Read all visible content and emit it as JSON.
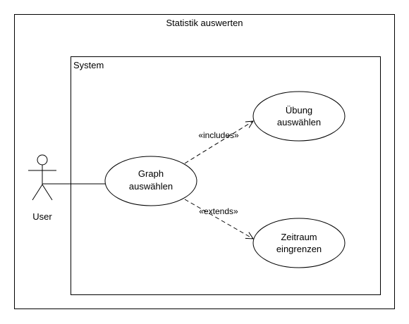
{
  "frame": {
    "title": "Statistik auswerten"
  },
  "system": {
    "label": "System"
  },
  "actor": {
    "name": "User"
  },
  "use_cases": {
    "graph": {
      "line1": "Graph",
      "line2": "auswählen"
    },
    "uebung": {
      "line1": "Übung",
      "line2": "auswählen"
    },
    "zeitraum": {
      "line1": "Zeitraum",
      "line2": "eingrenzen"
    }
  },
  "relations": {
    "includes": "«includes»",
    "extends": "«extends»"
  }
}
